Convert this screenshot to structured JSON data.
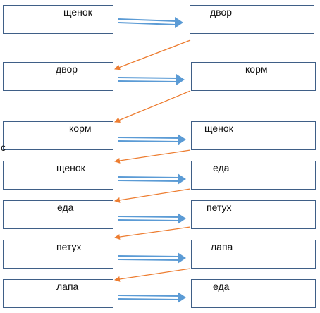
{
  "rows": [
    {
      "left": "щенок",
      "right": "двор"
    },
    {
      "left": "двор",
      "right": "корм"
    },
    {
      "left": "корм",
      "right": "щенок"
    },
    {
      "left": "щенок",
      "right": "еда"
    },
    {
      "left": "еда",
      "right": "петух"
    },
    {
      "left": "петух",
      "right": "лапа"
    },
    {
      "left": "лапа",
      "right": "еда"
    }
  ],
  "stray_char": "с",
  "colors": {
    "box_border": "#3f5f87",
    "double_arrow": "#5b9bd5",
    "orange_arrow": "#ed7d31"
  }
}
